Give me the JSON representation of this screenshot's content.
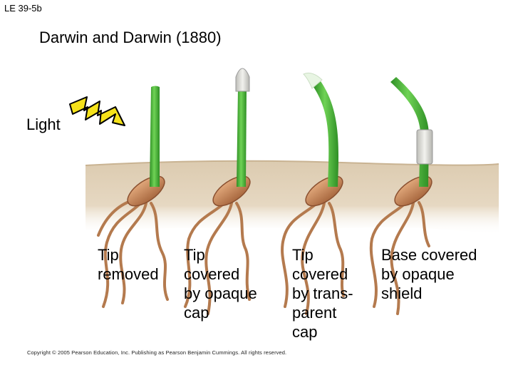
{
  "slide_label": "LE 39-5b",
  "title": "Darwin and Darwin (1880)",
  "light_label": "Light",
  "captions": [
    "Tip\nremoved",
    "Tip\ncovered\nby opaque\ncap",
    "Tip\ncovered\nby trans-\nparent\ncap",
    "Base covered\nby opaque\nshield"
  ],
  "copyright": "Copyright © 2005 Pearson Education, Inc. Publishing as Pearson Benjamin Cummings. All rights reserved.",
  "colors": {
    "soil": "#d9c7aa",
    "shoot": "#4fb83a",
    "seed": "#c98a5e",
    "root": "#b47a4e",
    "light_bolt": "#f5e21a"
  }
}
